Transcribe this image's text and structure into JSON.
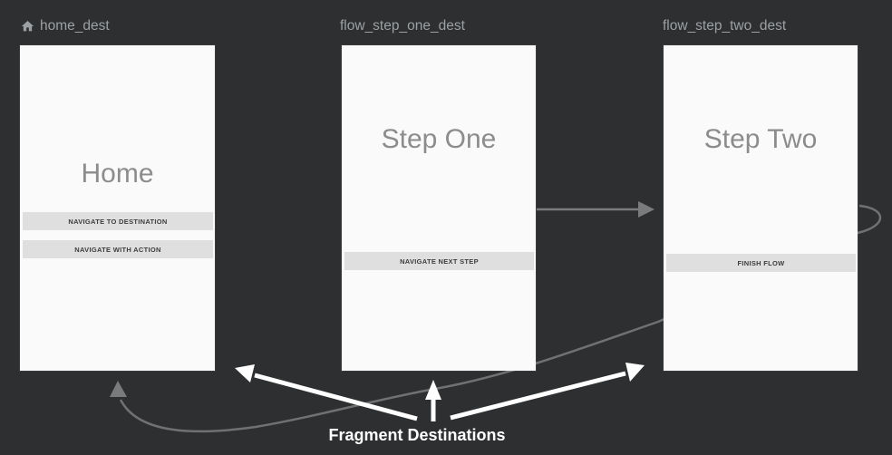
{
  "editor": {
    "background": "#2d2f31",
    "destinations": [
      {
        "label": "home_dest",
        "icon": "home-icon",
        "title": "Home",
        "buttons": [
          "NAVIGATE TO DESTINATION",
          "NAVIGATE WITH ACTION"
        ]
      },
      {
        "label": "flow_step_one_dest",
        "title": "Step One",
        "buttons": [
          "NAVIGATE NEXT STEP"
        ]
      },
      {
        "label": "flow_step_two_dest",
        "title": "Step Two",
        "buttons": [
          "FINISH FLOW"
        ]
      }
    ],
    "actions": [
      {
        "from": "flow_step_one_dest",
        "to": "flow_step_two_dest"
      },
      {
        "from": "flow_step_two_dest",
        "to": "home_dest"
      }
    ],
    "annotation": {
      "label": "Fragment Destinations"
    },
    "colors": {
      "card_bg": "#fafafa",
      "title_text": "#8c8c8c",
      "button_bg": "#dfdfdf",
      "button_text": "#3d3d3d",
      "label_text": "#9da0a2",
      "action_arrow": "#797b7d",
      "annotation": "#ffffff"
    }
  }
}
